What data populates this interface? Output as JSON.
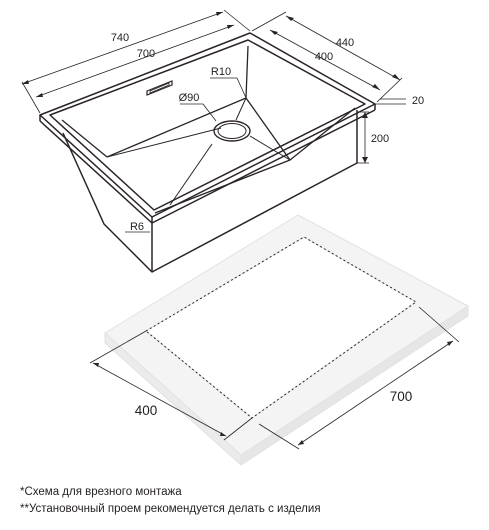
{
  "sink_dimensions": {
    "overall_width": "740",
    "bowl_width": "700",
    "overall_depth": "440",
    "bowl_depth": "400",
    "flange": "20",
    "bowl_height": "200",
    "drain_diameter": "Ø90",
    "corner_radius": "R10",
    "bottom_radius": "R6"
  },
  "cutout_dimensions": {
    "depth": "400",
    "width": "700"
  },
  "notes": [
    "*Схема для врезного монтажа",
    "**Установочный проем рекомендуется делать с изделия"
  ]
}
